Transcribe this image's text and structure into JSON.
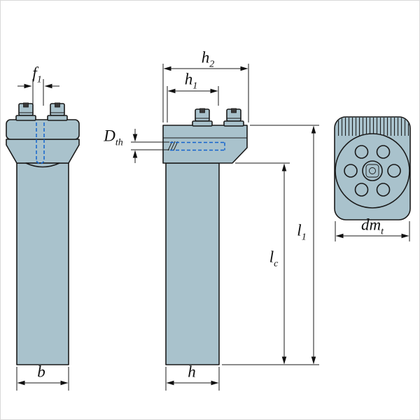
{
  "drawing": {
    "labels": {
      "f1": {
        "base": "f",
        "sub": "1"
      },
      "h2": {
        "base": "h",
        "sub": "2"
      },
      "h1": {
        "base": "h",
        "sub": "1"
      },
      "Dth": {
        "base": "D",
        "sub": "th"
      },
      "l1": {
        "base": "l",
        "sub": "1"
      },
      "lc": {
        "base": "l",
        "sub": "c"
      },
      "b": {
        "base": "b",
        "sub": ""
      },
      "h": {
        "base": "h",
        "sub": ""
      },
      "dmt": {
        "base": "dm",
        "sub": "t"
      }
    },
    "colors": {
      "body": "#a9c2cc",
      "outline": "#1a1a1a",
      "thread": "#1464cd",
      "background": "#ffffff"
    }
  }
}
